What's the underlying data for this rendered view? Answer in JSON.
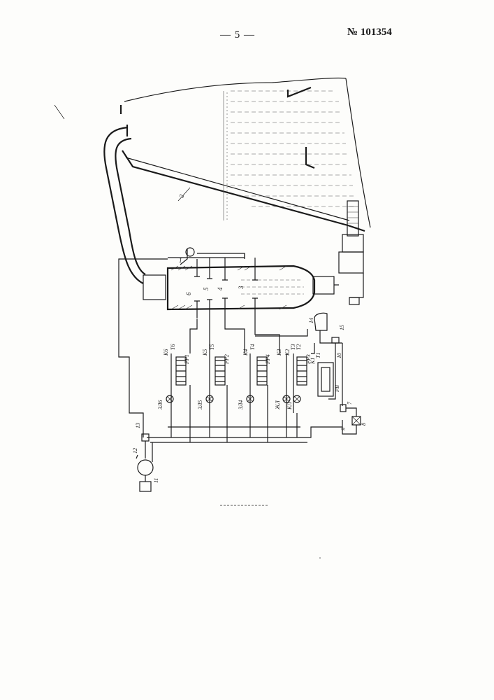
{
  "header": {
    "page_number": "— 5 —",
    "patent_number": "№ 101354"
  },
  "labels": {
    "tank": "2",
    "chamber": "1",
    "electrode_3": "3",
    "electrode_4": "4",
    "electrode_5": "5",
    "electrode_6": "6",
    "part_7": "7",
    "part_8": "8",
    "part_9": "9",
    "part_10": "10",
    "part_11": "11",
    "part_12": "12",
    "part_13": "13",
    "part_14": "14",
    "part_15": "15",
    "relay_1": "PP1",
    "relay_2": "PP2",
    "relay_3": "PP3",
    "relay_4": "PP4",
    "relay_5": "PB",
    "lamp_1": "ЗЛ6",
    "lamp_2": "ЗЛ5",
    "lamp_3": "ЗЛ4",
    "lamp_4": "ЖЛ",
    "lamp_5": "КЛ",
    "contact_k6": "K6",
    "contact_k5": "K5",
    "contact_k4": "K4",
    "contact_k3": "K3",
    "contact_k2": "K2",
    "contact_k1": "K1",
    "t6": "T6",
    "t5": "T5",
    "t4": "T4",
    "t3": "T3",
    "t2": "T2",
    "t1": "T1"
  }
}
